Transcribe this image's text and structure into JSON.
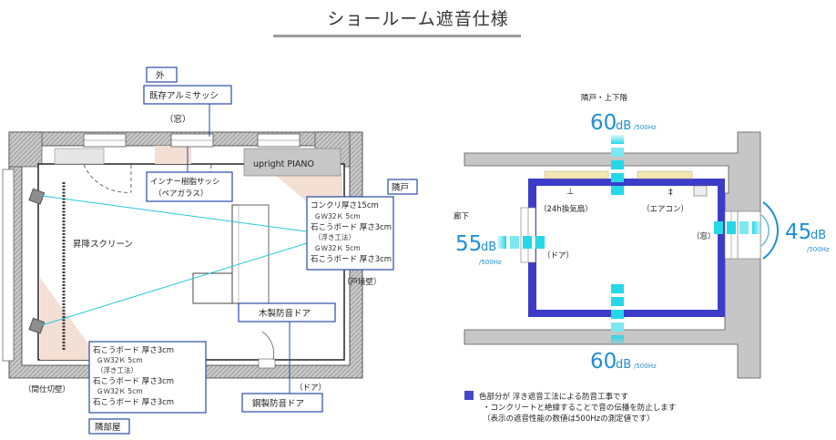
{
  "page": {
    "title": "ショールーム遮音仕様"
  },
  "floorplan": {
    "outside_label": "外",
    "existing_sash_label": "既存アルミサッシ",
    "window_label": "（窓）",
    "inner_sash_lines": [
      "インナー樹脂サッシ",
      "（ペアガラス）"
    ],
    "piano_label": "upright PIANO",
    "screen_label": "昇降スクリーン",
    "neighbor_label": "隣戸",
    "wall_spec_lines": [
      "コンクリ厚さ15cm",
      "ＧＷ32Ｋ 5cm",
      "石こうボード 厚さ3cm",
      "（浮き工法）",
      "ＧＷ32Ｋ 5cm",
      "石こうボード 厚さ3cm"
    ],
    "boundary_wall_label": "（戸境壁）",
    "wood_door_label": "木製防音ドア",
    "door_label": "（ドア）",
    "steel_door_label": "鋼製防音ドア",
    "partition_spec_lines": [
      "石こうボード 厚さ3cm",
      "ＧＷ32Ｋ 5cm",
      "（浮き工法）",
      "石こうボード 厚さ3cm",
      "ＧＷ32Ｋ 5cm",
      "石こうボード 厚さ3cm"
    ],
    "partition_wall_label": "（間仕切壁）",
    "next_room_label": "隣部屋"
  },
  "section": {
    "top_label": "隣戸・上下階",
    "top_db": "60",
    "top_unit": "dB",
    "top_hz": "/500Hz",
    "left_label": "廊下",
    "left_db": "55",
    "left_unit": "dB",
    "left_hz": "/500Hz",
    "right_db": "45",
    "right_unit": "dB",
    "right_hz": "/500Hz",
    "bottom_db": "60",
    "bottom_unit": "dB",
    "bottom_hz": "/500Hz",
    "fan_label": "（24h換気扇）",
    "aircon_label": "（エアコン）",
    "window_label": "（窓）",
    "door_label": "（ドア）"
  },
  "legend": {
    "line1": "色部分が 浮き遮音工法による防音工事です",
    "line2": "・コンクリートと絶縁することで音の伝播を防止します",
    "line3": "（表示の遮音性能の数値は500Hzの測定値です）",
    "swatch_color": "#4646c8"
  },
  "colors": {
    "accent": "#1f8fd6",
    "cyan": "#25d8e8",
    "blue": "#3c3cc8",
    "box_border": "#2a4aa8",
    "concrete": "#c6c6c6"
  }
}
